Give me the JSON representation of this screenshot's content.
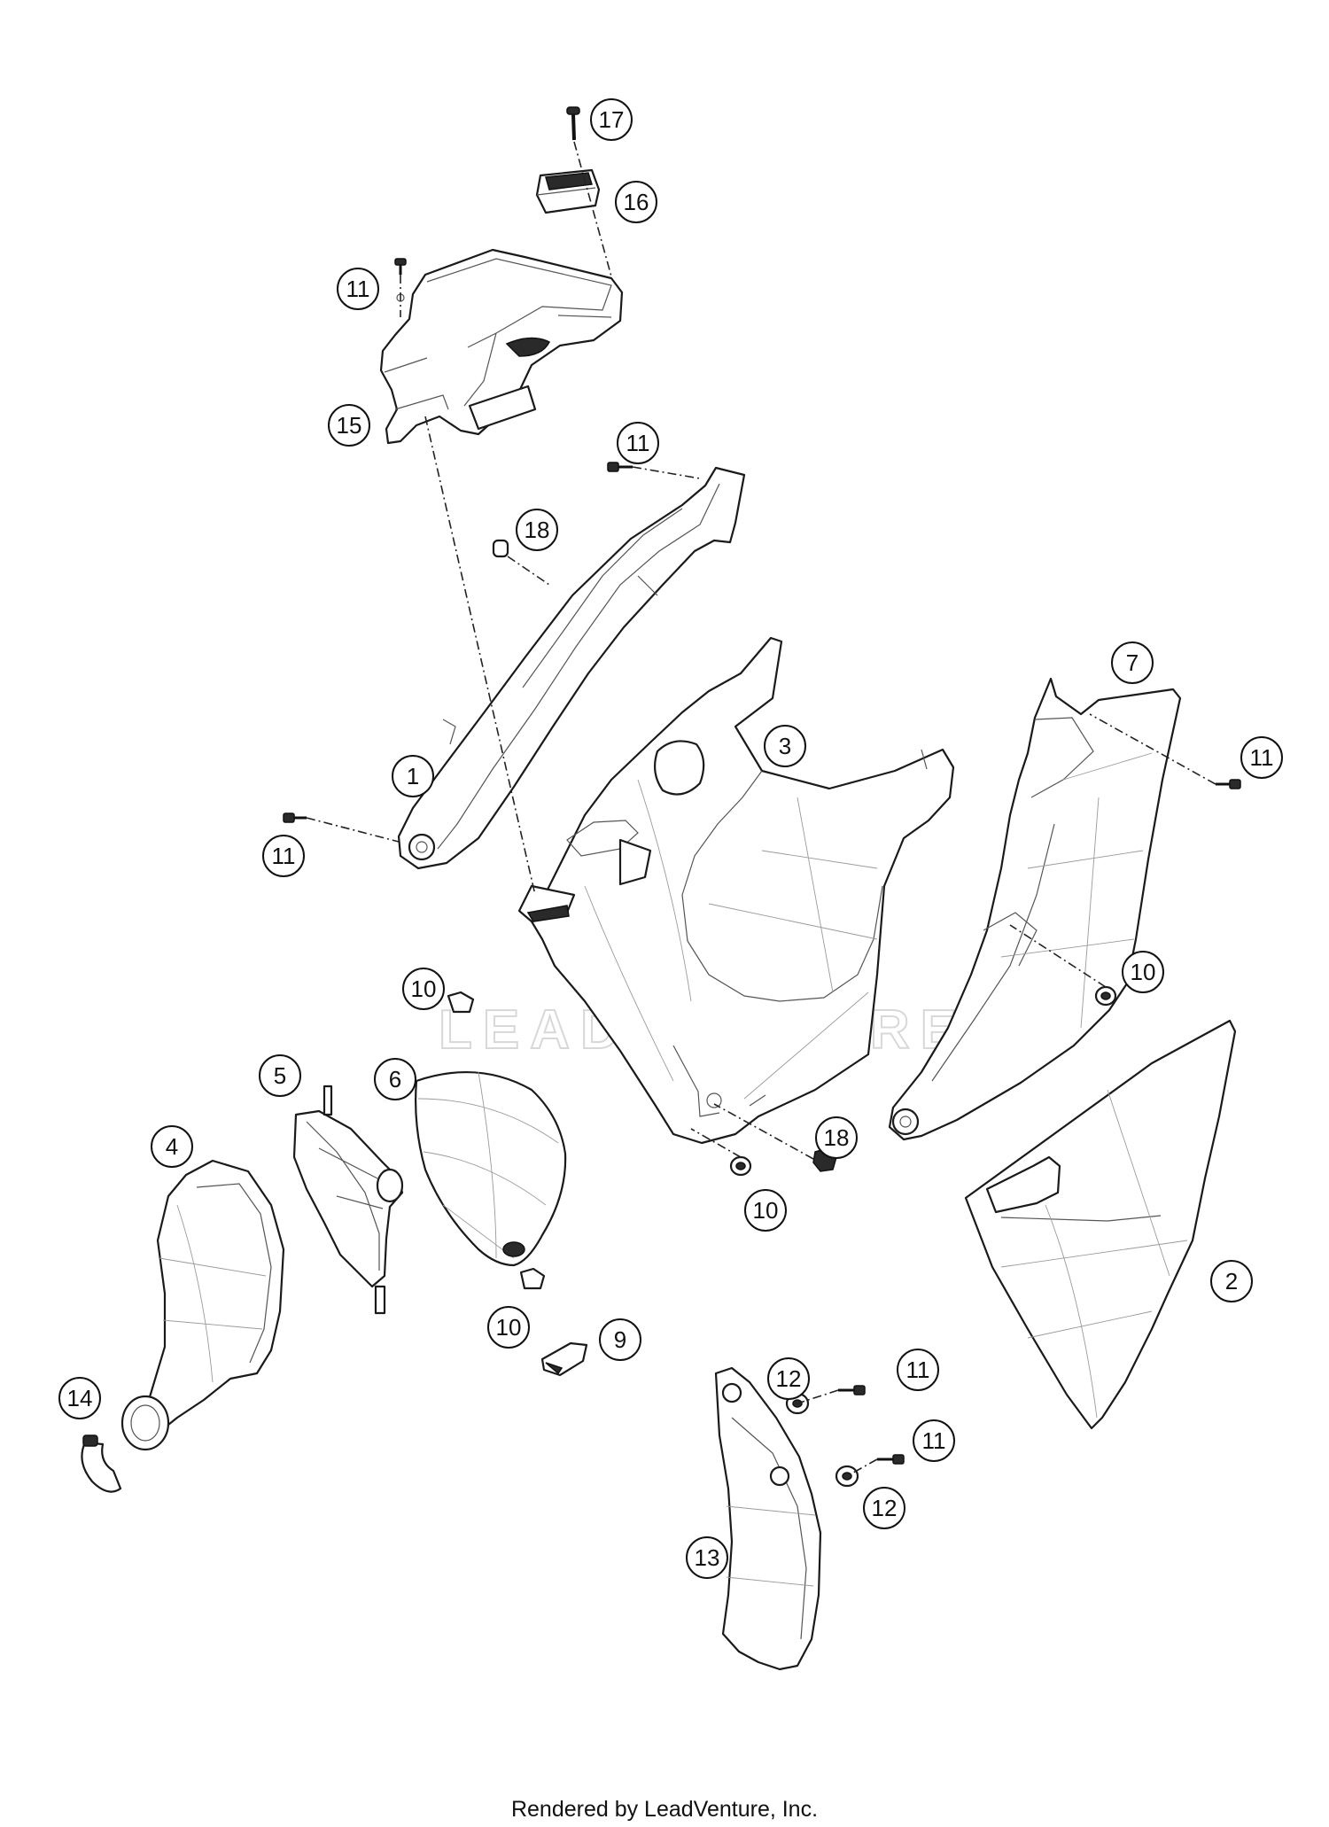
{
  "watermark": "LEADVENTURE",
  "footer": "Rendered by LeadVenture, Inc.",
  "callouts": [
    {
      "label": "17"
    },
    {
      "label": "16"
    },
    {
      "label": "11"
    },
    {
      "label": "15"
    },
    {
      "label": "11"
    },
    {
      "label": "18"
    },
    {
      "label": "7"
    },
    {
      "label": "3"
    },
    {
      "label": "11"
    },
    {
      "label": "1"
    },
    {
      "label": "11"
    },
    {
      "label": "10"
    },
    {
      "label": "10"
    },
    {
      "label": "5"
    },
    {
      "label": "6"
    },
    {
      "label": "18"
    },
    {
      "label": "4"
    },
    {
      "label": "10"
    },
    {
      "label": "2"
    },
    {
      "label": "10"
    },
    {
      "label": "9"
    },
    {
      "label": "12"
    },
    {
      "label": "11"
    },
    {
      "label": "14"
    },
    {
      "label": "11"
    },
    {
      "label": "12"
    },
    {
      "label": "13"
    }
  ]
}
